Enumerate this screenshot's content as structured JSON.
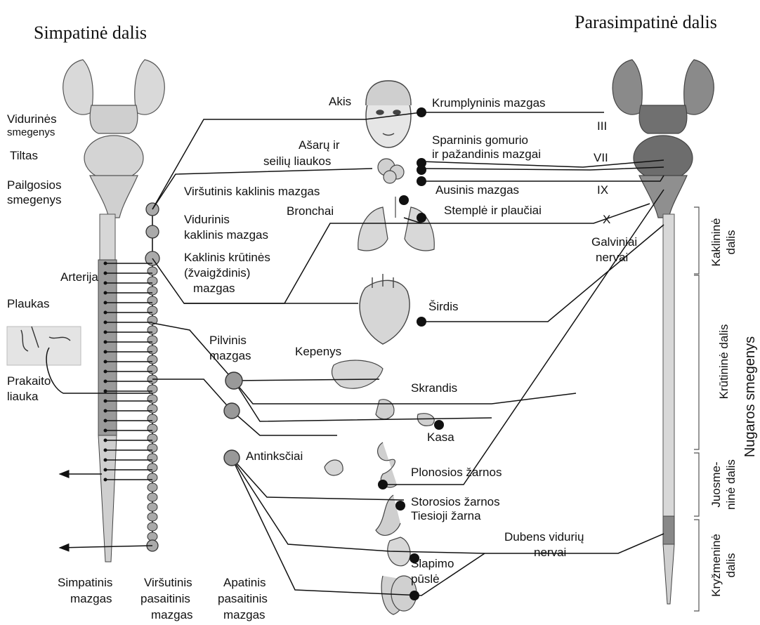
{
  "titles": {
    "left": "Simpatinė dalis",
    "right": "Parasimpatinė dalis"
  },
  "left_labels": {
    "midbrain_1": "Vidurinės",
    "midbrain_2": "smegenys",
    "pons": "Tiltas",
    "medulla_1": "Pailgosios",
    "medulla_2": "smegenys",
    "artery": "Arterija",
    "hair": "Plaukas",
    "sweat_1": "Prakaito",
    "sweat_2": "liauka"
  },
  "ganglia_labels": {
    "superior_cervical": "Viršutinis kaklinis mazgas",
    "middle_cervical_1": "Vidurinis",
    "middle_cervical_2": "kaklinis mazgas",
    "stellate_1": "Kaklinis krūtinės",
    "stellate_2": "(žvaigždinis)",
    "stellate_3": "mazgas",
    "celiac_1": "Pilvinis",
    "celiac_2": "mazgas"
  },
  "organ_labels": {
    "eye": "Akis",
    "lacrimal_1": "Ašarų ir",
    "lacrimal_2": "seilių liaukos",
    "bronchi": "Bronchai",
    "heart": "Širdis",
    "liver": "Kepenys",
    "stomach": "Skrandis",
    "pancreas": "Kasa",
    "adrenal": "Antinksčiai",
    "small_intestine": "Plonosios žarnos",
    "large_intestine": "Storosios žarnos",
    "rectum": "Tiesioji žarna",
    "bladder_1": "Šlapimo",
    "bladder_2": "pūslė"
  },
  "parasympathetic_labels": {
    "ciliary": "Krumplyninis mazgas",
    "pterygo_1": "Sparninis gomurio",
    "pterygo_2": "ir pažandinis mazgai",
    "otic": "Ausinis mazgas",
    "esophagus": "Stemplė ir plaučiai",
    "pelvic_1": "Dubens vidurių",
    "pelvic_2": "nervai",
    "nerve_III": "III",
    "nerve_VII": "VII",
    "nerve_IX": "IX",
    "nerve_X": "X",
    "cranial_1": "Galviniai",
    "cranial_2": "nervai"
  },
  "spinal_regions": {
    "cervical_1": "Kaklininė",
    "cervical_2": "dalis",
    "thoracic": "Krūtininė dalis",
    "lumbar_1": "Juosme-",
    "lumbar_2": "ninė dalis",
    "sacral_1": "Kryžmeninė",
    "sacral_2": "dalis",
    "spinal_cord": "Nugaros smegenys"
  },
  "bottom_labels": {
    "sympathetic_1": "Simpatinis",
    "sympathetic_2": "mazgas",
    "sup_mesenteric_1": "Viršutinis",
    "sup_mesenteric_2": "pasaitinis",
    "sup_mesenteric_3": "mazgas",
    "inf_mesenteric_1": "Apatinis",
    "inf_mesenteric_2": "pasaitinis",
    "inf_mesenteric_3": "mazgas"
  }
}
